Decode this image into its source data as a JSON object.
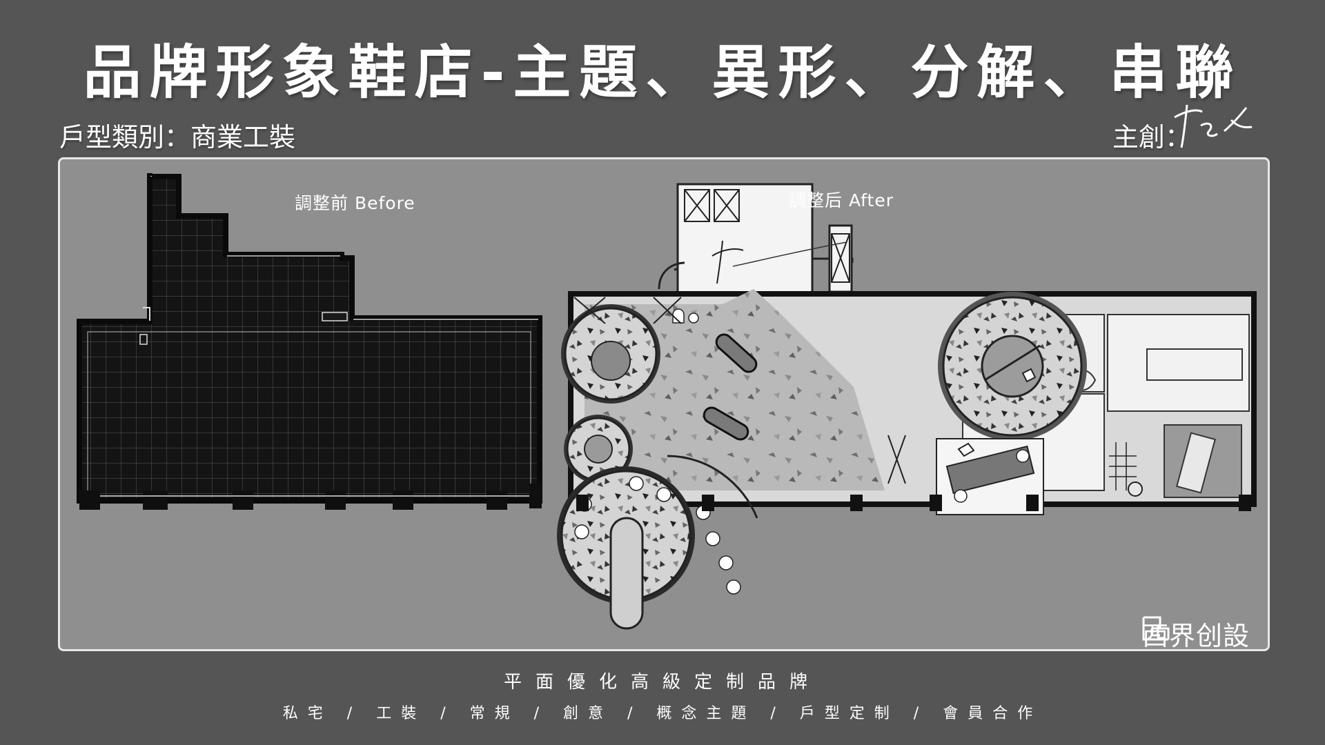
{
  "header": {
    "title": "品牌形象鞋店-主題、異形、分解、串聯",
    "category": "戶型類別：商業工裝",
    "creator_label": "主創："
  },
  "plans": {
    "before_label": "調整前 Before",
    "after_label": "調整后 After"
  },
  "brand": {
    "name": "西界创設"
  },
  "footer": {
    "tagline": "平面優化高級定制品牌",
    "services": "私宅 / 工裝 / 常規 / 創意 / 概念主題 / 戶型定制 / 會員合作"
  },
  "colors": {
    "background": "#555555",
    "panel": "#8f8f8f",
    "plan_dark": "#1a1a1a",
    "floor_light": "#b8b8b8",
    "text": "#ffffff"
  }
}
